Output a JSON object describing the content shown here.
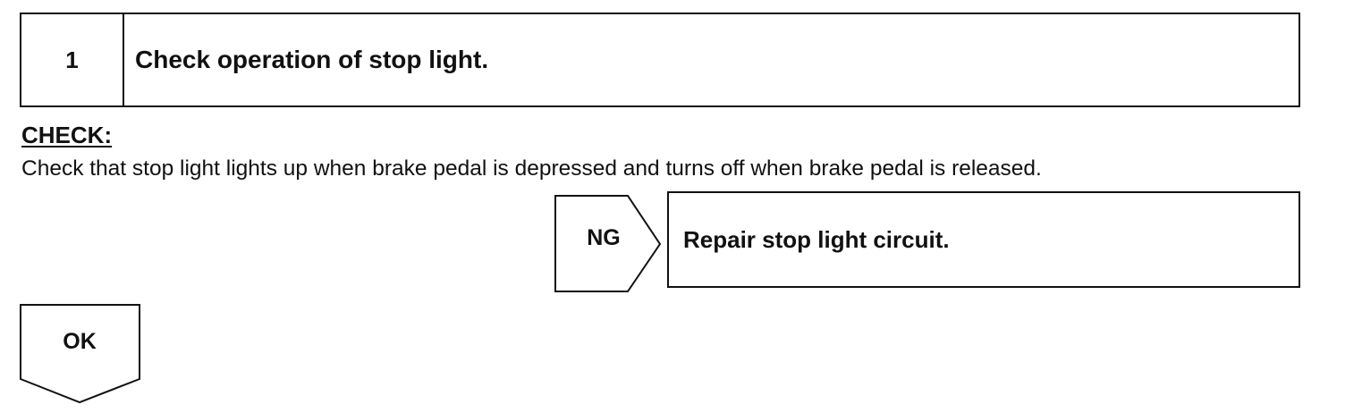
{
  "step": {
    "number": "1",
    "title": "Check operation of stop light."
  },
  "check": {
    "label": "CHECK:",
    "text": "Check that stop light lights up when brake pedal is depressed and turns off when brake pedal is released."
  },
  "ng_branch": {
    "label": "NG",
    "action": "Repair stop light circuit."
  },
  "ok_branch": {
    "label": "OK"
  }
}
